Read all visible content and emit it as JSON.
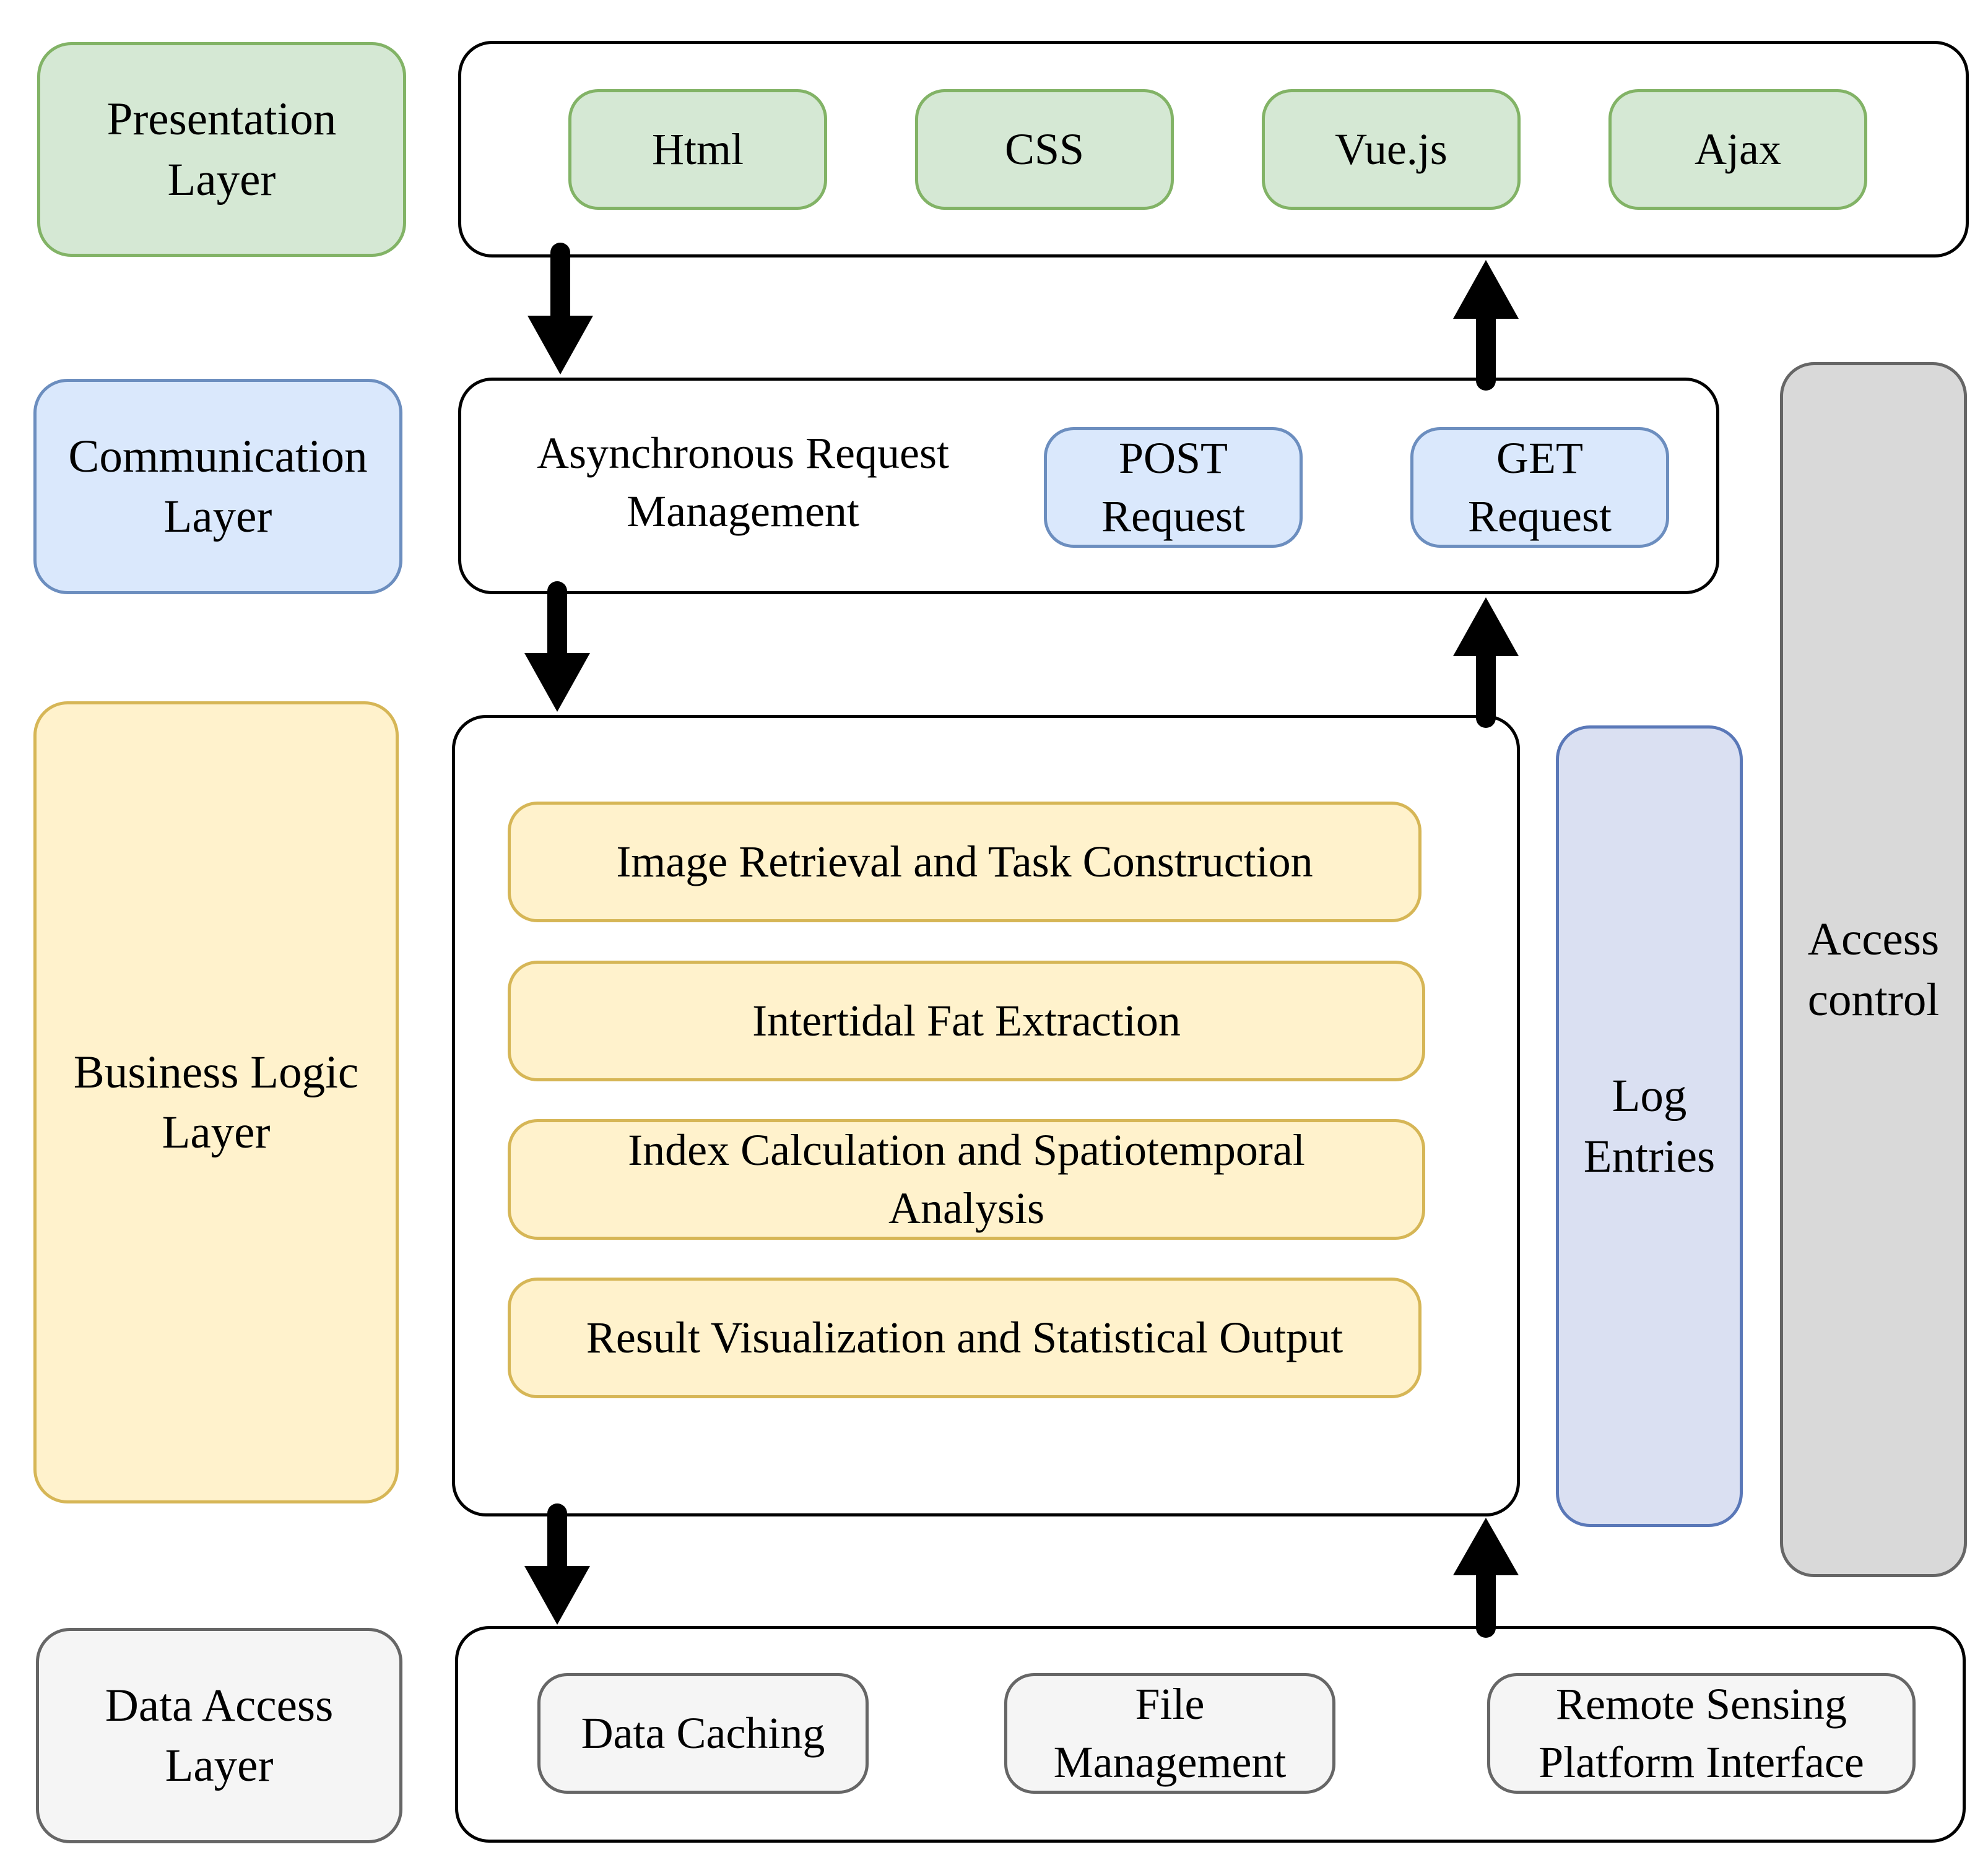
{
  "layers": {
    "presentation": "Presentation\nLayer",
    "communication": "Communication\nLayer",
    "business": "Business Logic\nLayer",
    "data_access": "Data Access\nLayer"
  },
  "presentation_items": [
    "Html",
    "CSS",
    "Vue.js",
    "Ajax"
  ],
  "communication": {
    "title": "Asynchronous Request\nManagement",
    "post": "POST\nRequest",
    "get": "GET\nRequest"
  },
  "business_items": [
    "Image Retrieval and Task Construction",
    "Intertidal Fat Extraction",
    "Index Calculation and Spatiotemporal\nAnalysis",
    "Result Visualization and Statistical Output"
  ],
  "side": {
    "log": "Log\nEntries",
    "access": "Access\ncontrol"
  },
  "data_access_items": [
    "Data Caching",
    "File\nManagement",
    "Remote Sensing\nPlatform Interface"
  ],
  "colors": {
    "green_fill": "#d5e8d4",
    "green_border": "#82b366",
    "blue_fill": "#dae8fc",
    "blue_border": "#6c8ebf",
    "yellow_fill": "#fff2cc",
    "yellow_border": "#d6b656",
    "gray_fill": "#f5f5f5",
    "gray_border": "#666666",
    "lavender_fill": "#dae0f2",
    "access_fill": "#d9d9d9"
  }
}
